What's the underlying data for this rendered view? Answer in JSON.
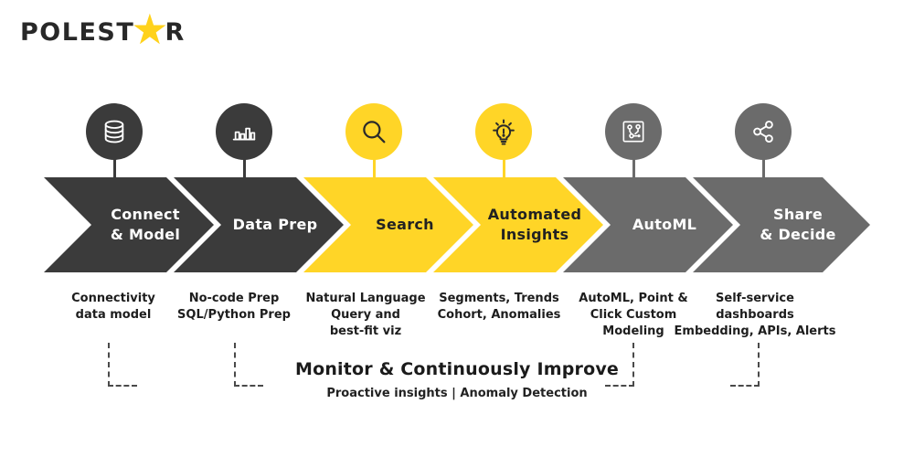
{
  "logo": {
    "text_before_star": "POLEST",
    "star_glyph": "★",
    "text_after_star": "R",
    "star_color": "#FFD21C",
    "text_color": "#282828"
  },
  "colors": {
    "dark": "#3B3B3B",
    "yellow": "#FFD527",
    "gray": "#6B6B6B",
    "text_dark": "#1D1D1D",
    "white": "#FFFFFF"
  },
  "stages": [
    {
      "label": "Connect\n& Model",
      "description": "Connectivity\ndata model",
      "theme": "dark",
      "icon": "database-icon"
    },
    {
      "label": "Data Prep",
      "description": "No-code Prep\nSQL/Python Prep",
      "theme": "dark",
      "icon": "bar-chart-icon"
    },
    {
      "label": "Search",
      "description": "Natural Language\nQuery and\nbest-fit viz",
      "theme": "yellow",
      "icon": "search-icon"
    },
    {
      "label": "Automated\nInsights",
      "description": "Segments, Trends\nCohort, Anomalies",
      "theme": "yellow",
      "icon": "lightbulb-icon"
    },
    {
      "label": "AutoML",
      "description": "AutoML, Point &\nClick Custom\nModeling",
      "theme": "gray",
      "icon": "automl-circuit-icon"
    },
    {
      "label": "Share\n& Decide",
      "description": "Self-service\ndashboards\nEmbedding, APIs, Alerts",
      "theme": "gray",
      "icon": "share-icon"
    }
  ],
  "footer": {
    "title": "Monitor & Continuously Improve",
    "subtitle": "Proactive insights | Anomaly Detection"
  }
}
